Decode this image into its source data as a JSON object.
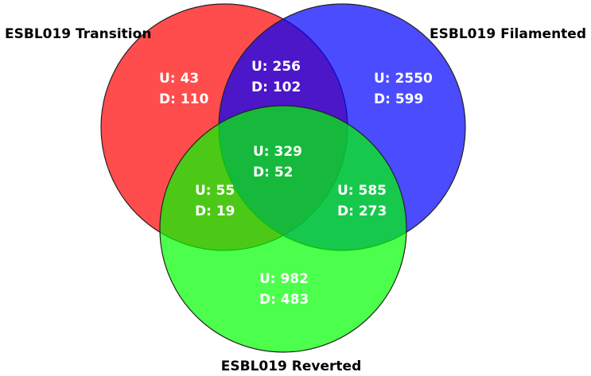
{
  "sets": [
    {
      "id": "transition",
      "label": "ESBL019 Transition",
      "color": "#ff0000"
    },
    {
      "id": "filamented",
      "label": "ESBL019 Filamented",
      "color": "#0000ff"
    },
    {
      "id": "reverted",
      "label": "ESBL019 Reverted",
      "color": "#00ff00"
    }
  ],
  "regions": [
    {
      "id": "transition-only",
      "up": "U: 43",
      "down": "D: 110"
    },
    {
      "id": "transition-filamented",
      "up": "U: 256",
      "down": "D: 102"
    },
    {
      "id": "filamented-only",
      "up": "U: 2550",
      "down": "D: 599"
    },
    {
      "id": "all-three",
      "up": "U: 329",
      "down": "D: 52"
    },
    {
      "id": "transition-reverted",
      "up": "U: 55",
      "down": "D: 19"
    },
    {
      "id": "filamented-reverted",
      "up": "U: 585",
      "down": "D: 273"
    },
    {
      "id": "reverted-only",
      "up": "U: 982",
      "down": "D: 483"
    }
  ]
}
